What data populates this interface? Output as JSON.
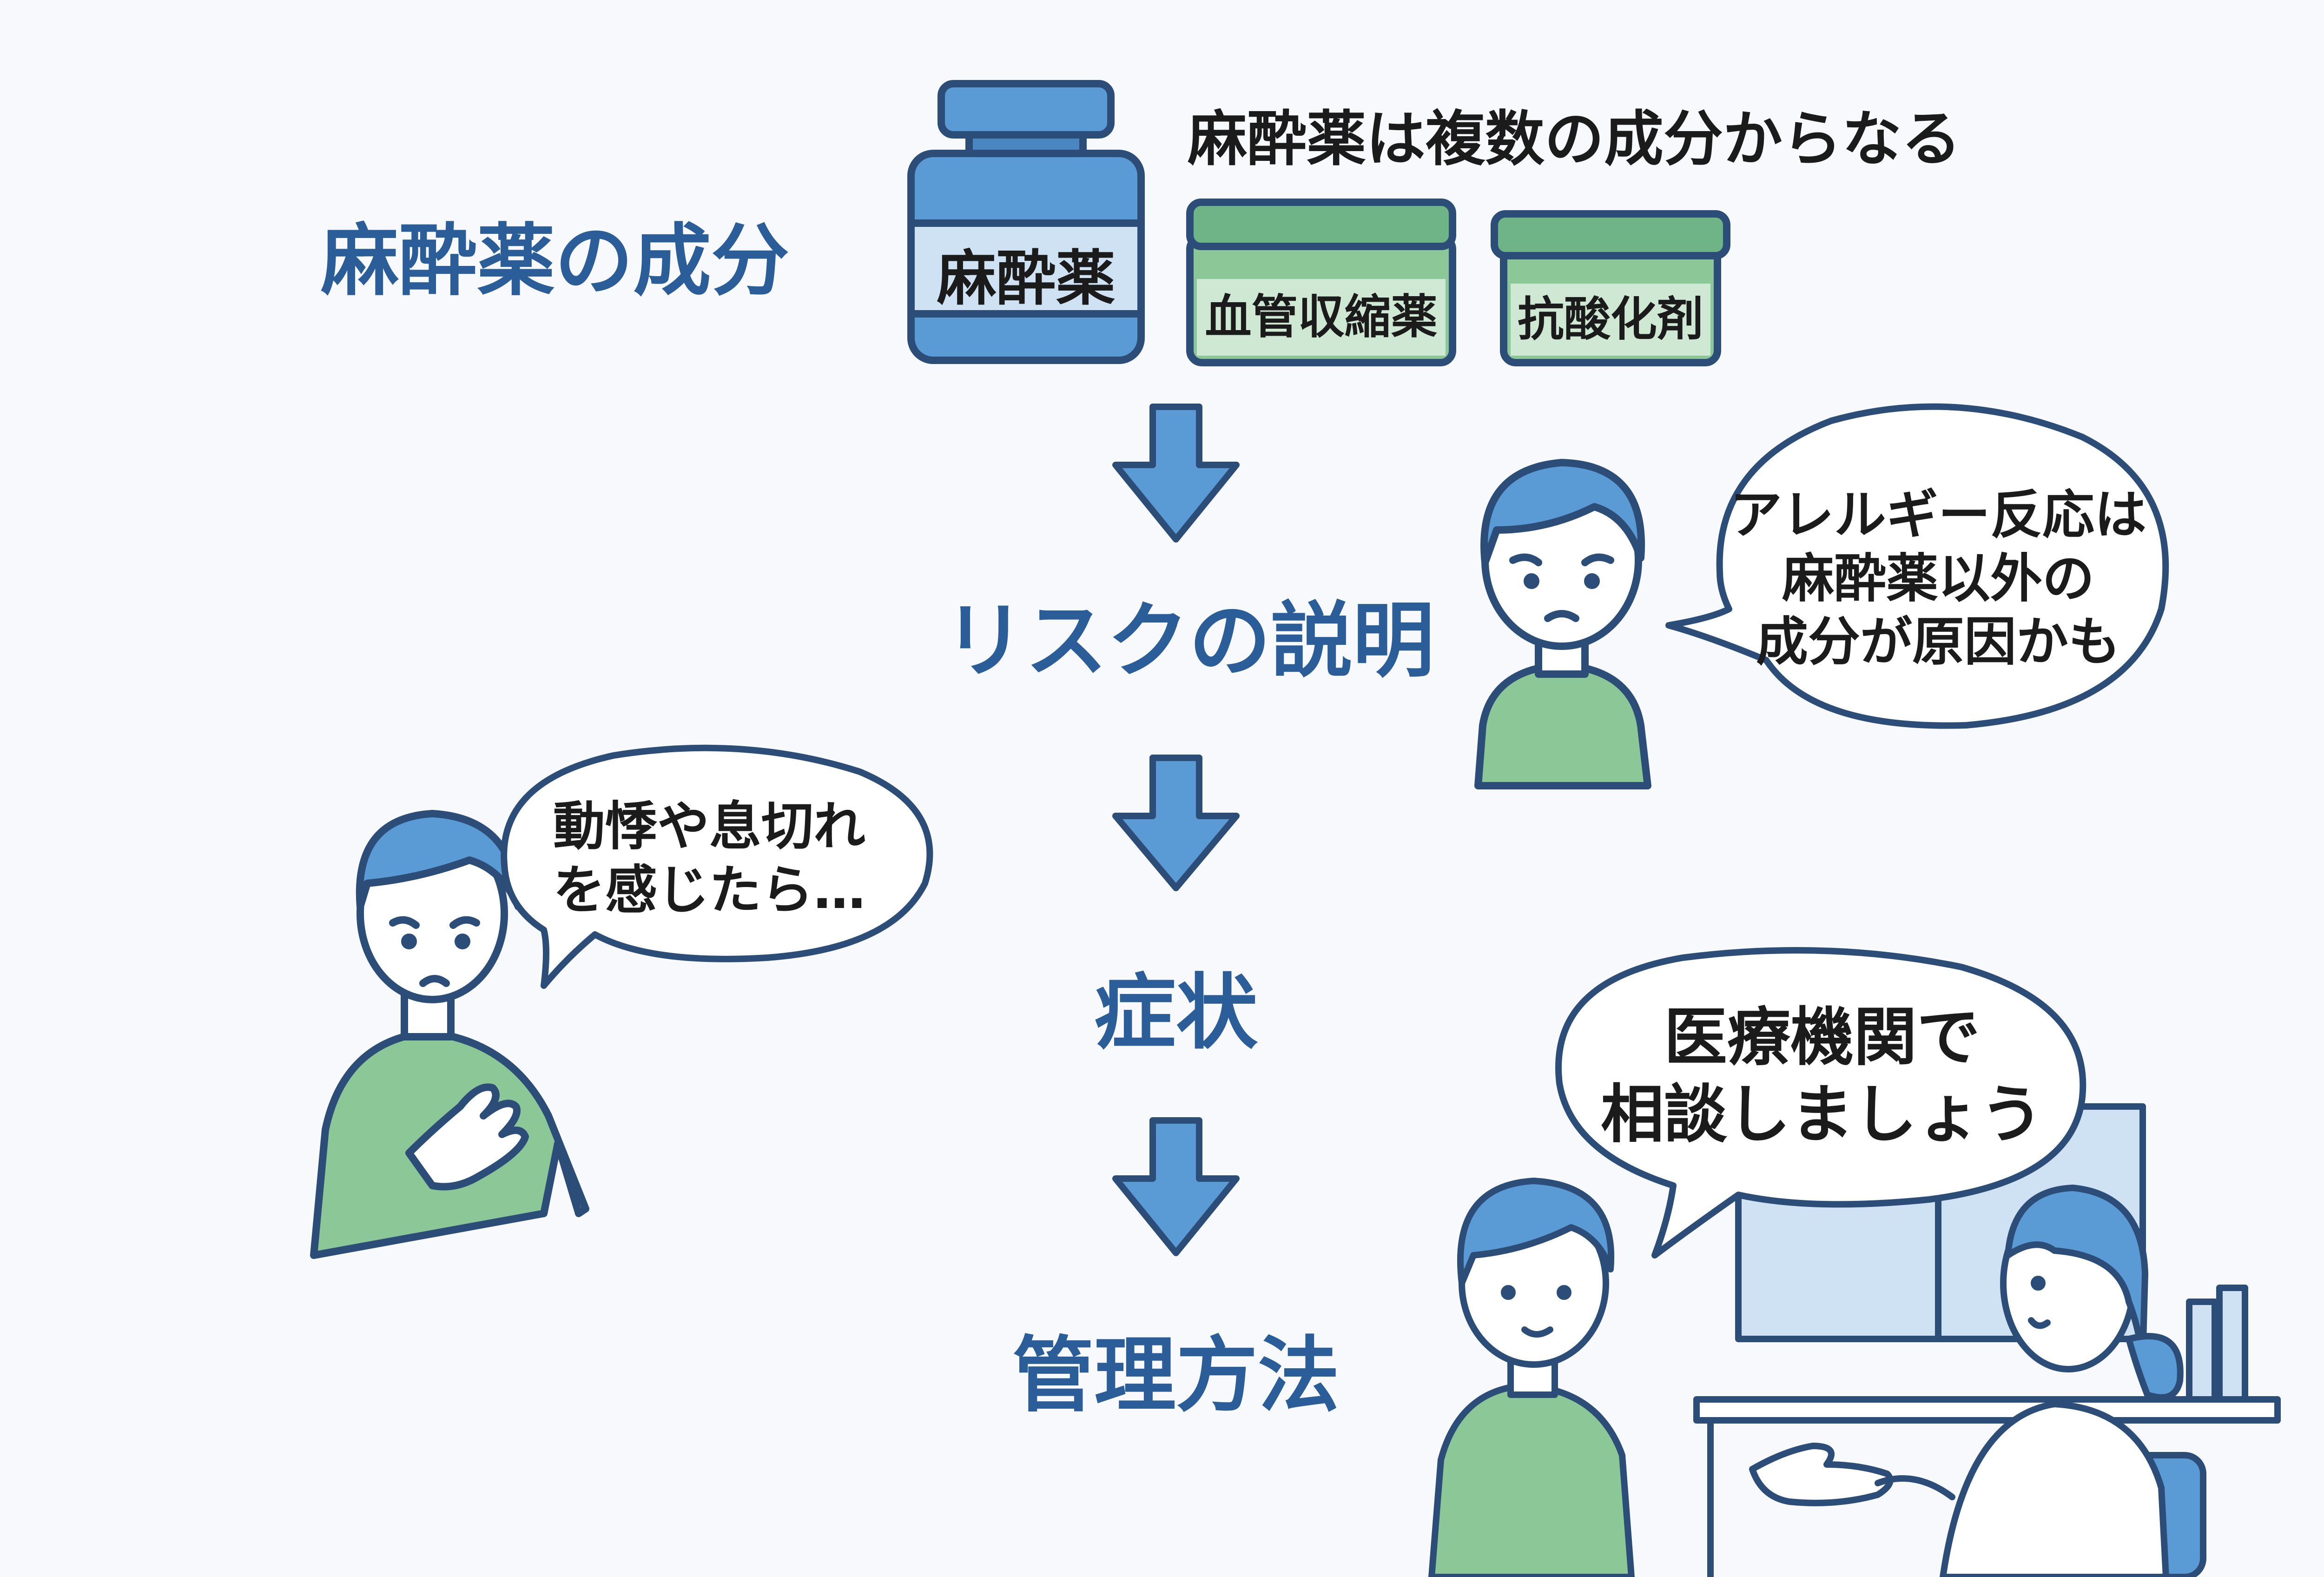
{
  "components": {
    "heading": "麻酔薬の成分",
    "caption": "麻酔薬は複数の成分からなる",
    "items": [
      {
        "label": "麻酔薬",
        "color": "#5b9bd5"
      },
      {
        "label": "血管収縮薬",
        "color": "#8cc798"
      },
      {
        "label": "抗酸化剤",
        "color": "#8cc798"
      }
    ]
  },
  "flow": {
    "steps": [
      "リスクの説明",
      "症状",
      "管理方法"
    ]
  },
  "bubbles": {
    "allergy": [
      "アレルギー反応は",
      "麻酔薬以外の",
      "成分が原因かも"
    ],
    "symptom": [
      "動悸や息切れ",
      "を感じたら…"
    ],
    "consult": [
      "医療機関で",
      "相談しましょう"
    ]
  },
  "colors": {
    "primary_blue": "#5b9bd5",
    "outline": "#2c4d78",
    "shirt_green": "#8cc798",
    "skin": "#ffffff",
    "heading_text": "#2b5d98"
  }
}
